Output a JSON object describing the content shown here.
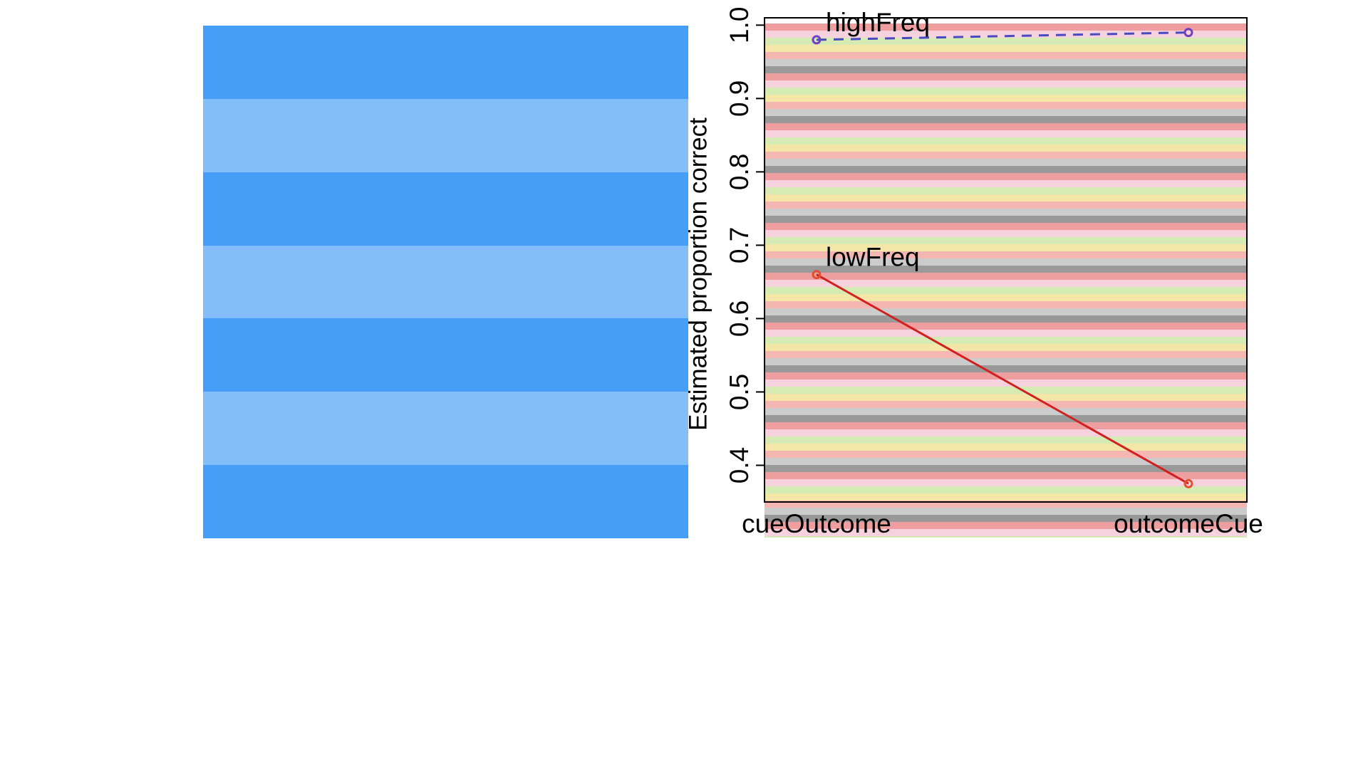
{
  "left_panel": {
    "stripes": [
      "dark",
      "light",
      "dark",
      "light",
      "dark",
      "light",
      "dark"
    ],
    "colors": {
      "dark": "#479ef7",
      "light": "#84befa"
    }
  },
  "chart_data": {
    "type": "line",
    "title": "",
    "xlabel": "",
    "ylabel": "Estimated proportion correct",
    "categories": [
      "cueOutcome",
      "outcomeCue"
    ],
    "ylim": [
      0.35,
      1.01
    ],
    "yticks": [
      0.4,
      0.5,
      0.6,
      0.7,
      0.8,
      0.9,
      1.0
    ],
    "ytick_labels": [
      "0.4",
      "0.5",
      "0.6",
      "0.7",
      "0.8",
      "0.9",
      "1.0"
    ],
    "series": [
      {
        "name": "highFreq",
        "values": [
          0.98,
          0.99
        ],
        "color": "#4a4ac0",
        "marker_color": "#7040c0",
        "line_style": "dashed"
      },
      {
        "name": "lowFreq",
        "values": [
          0.66,
          0.375
        ],
        "color": "#d02020",
        "marker_color": "#e05030",
        "line_style": "solid"
      }
    ],
    "background_band_colors": [
      "#ee9e9e",
      "#f6d2de",
      "#d6eab4",
      "#f4e6a6",
      "#f3b6b0",
      "#cccccc",
      "#999999"
    ],
    "grid": false,
    "legend": "none"
  }
}
